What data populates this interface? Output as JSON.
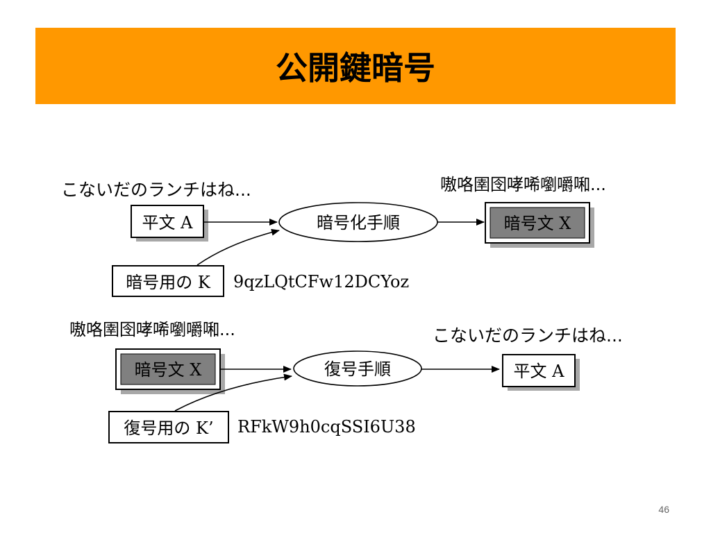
{
  "slide": {
    "title": "公開鍵暗号",
    "page_number": "46"
  },
  "encrypt": {
    "plaintext_sample": "こないだのランチはね...",
    "ciphertext_sample": "嗷咯圉囹哮唏嚠嚼啝...",
    "plaintext_label": "平文 A",
    "process_label": "暗号化手順",
    "ciphertext_label": "暗号文 X",
    "key_label": "暗号用の K",
    "key_value": "9qzLQtCFw12DCYoz"
  },
  "decrypt": {
    "ciphertext_sample": "嗷咯圉囹哮唏嚠嚼啝...",
    "plaintext_sample": "こないだのランチはね...",
    "ciphertext_label": "暗号文 X",
    "process_label": "復号手順",
    "plaintext_label": "平文 A",
    "key_label": "復号用の K’",
    "key_value": "RFkW9h0cqSSI6U38"
  },
  "colors": {
    "title_bar": "#ff9800",
    "cipher_box_fill": "#808080",
    "box_shadow": "#a8a8a8"
  }
}
